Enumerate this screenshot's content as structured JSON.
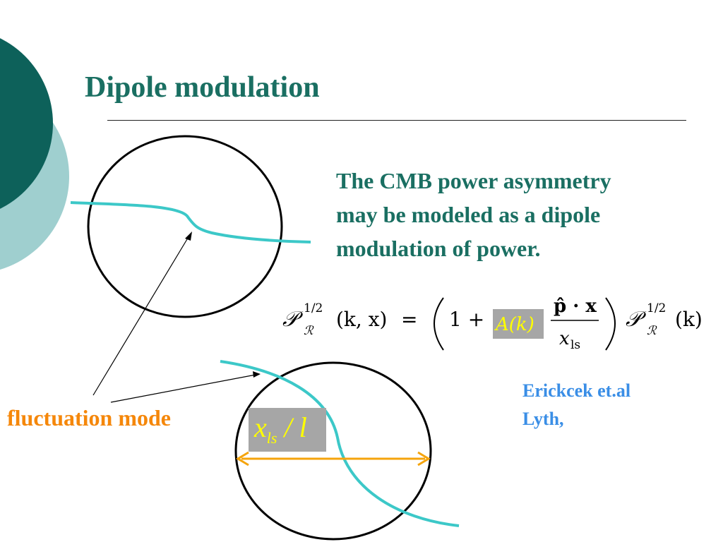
{
  "slide": {
    "title": "Dipole modulation",
    "body_lines": [
      "The CMB power asymmetry",
      "may be modeled as a dipole",
      "modulation of power."
    ],
    "references": [
      "Erickcek et.al",
      "Lyth,"
    ],
    "mode_label": "fluctuation mode",
    "scale_label": {
      "main": "x",
      "sub": "ls",
      "suffix": " / l"
    },
    "equation": {
      "lhs_symbol": "𝒫",
      "exponent": "1/2",
      "subscript": "ℛ",
      "lhs_args": "(k, x)",
      "equals": "=",
      "one_plus": "1 +",
      "amplitude": "A(k)",
      "numerator": "p̂ · x",
      "denominator_main": "x",
      "denominator_sub": "ls",
      "rhs_args": "(k)"
    },
    "colors": {
      "title": "#1a6f62",
      "accent_dark": "#0d615a",
      "accent_light": "#9fcfcf",
      "wave": "#3cc8c8",
      "mode_label": "#f5870a",
      "references": "#3a8ee6",
      "highlight_box": "#a6a6a6",
      "highlight_text": "#ffff00"
    }
  }
}
